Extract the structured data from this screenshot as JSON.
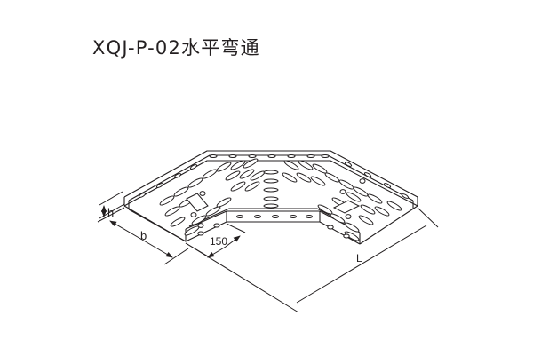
{
  "title": "XQJ-P-02水平弯通",
  "drawing": {
    "subject": "horizontal 90-degree bend cable tray (perforated), isometric view",
    "dimensions": {
      "h": "h",
      "b": "b",
      "radius": "150",
      "L": "L"
    },
    "colors": {
      "line": "#231f20",
      "background": "#ffffff"
    }
  }
}
